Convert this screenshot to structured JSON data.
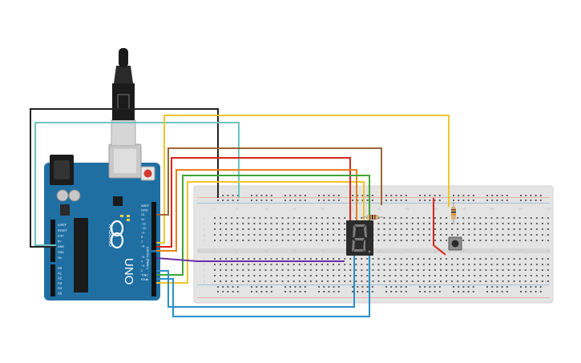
{
  "colors": {
    "board": "#1f6fa3",
    "board_dark": "#17577f",
    "breadboard": "#e4e4e4",
    "breadboard_edge": "#d3d3d3",
    "rail_red": "#e8b0a9",
    "rail_blue": "#a7bfd6",
    "hole": "#5f5f5f",
    "display": "#2b2b2b",
    "segment_on": "#7b7b7b",
    "wire_black": "#222222",
    "wire_teal": "#6cc3c3",
    "wire_yellow": "#efc52a",
    "wire_brown": "#9c6434",
    "wire_red": "#d9261c",
    "wire_orange": "#e8811a",
    "wire_green": "#3fa635",
    "wire_purple": "#6b2fa7",
    "wire_blue": "#2b8fc7"
  },
  "arduino": {
    "brand": "ARDUINO",
    "model": "UNO",
    "reset_label": "RESET",
    "tx_label": "TX",
    "rx_label": "RX",
    "power_pins": [
      "IOREF",
      "RESET",
      "3.3V",
      "5V",
      "GND",
      "GND",
      "Vin"
    ],
    "analog_pins": [
      "A0",
      "A1",
      "A2",
      "A3",
      "A4",
      "A5"
    ],
    "digital_pins": [
      "AREF",
      "GND",
      "13",
      "12",
      "~11",
      "~10",
      "~9",
      "8",
      "7",
      "~6",
      "~5",
      "4",
      "~3",
      "2",
      "TX▸1",
      "RX◂0"
    ],
    "digital_header_label": "DIGITAL (PWM~)",
    "power_header_label": "POWER",
    "analog_header_label": "ANALOG IN"
  },
  "breadboard": {
    "column_numbers": [
      "1",
      "5",
      "10",
      "15",
      "20",
      "25",
      "30",
      "35",
      "40",
      "45",
      "50",
      "55",
      "60"
    ],
    "row_letters_top": [
      "j",
      "i",
      "h",
      "g",
      "f"
    ],
    "row_letters_bottom": [
      "e",
      "d",
      "c",
      "b",
      "a"
    ],
    "rail_plus": "+",
    "rail_minus": "-"
  },
  "display": {
    "digit": "8"
  }
}
